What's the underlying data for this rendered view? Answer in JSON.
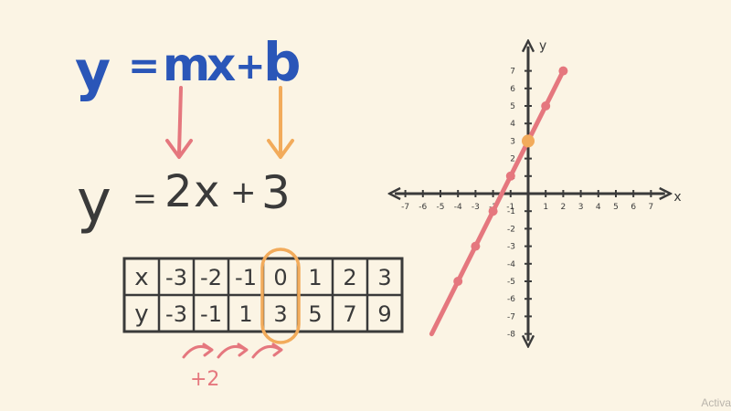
{
  "general_form": {
    "y": "y",
    "eq": "=",
    "m": "m",
    "x": "x",
    "plus": "+",
    "b": "b"
  },
  "specific_form": {
    "y": "y",
    "eq": "=",
    "coef": "2",
    "x": "x",
    "plus": "+",
    "intercept": "3"
  },
  "table": {
    "rows": [
      {
        "label": "x",
        "cells": [
          "-3",
          "-2",
          "-1",
          "0",
          "1",
          "2",
          "3"
        ]
      },
      {
        "label": "y",
        "cells": [
          "-3",
          "-1",
          "1",
          "3",
          "5",
          "7",
          "9"
        ]
      }
    ],
    "highlight_column": 3,
    "step_label": "+2"
  },
  "graph": {
    "x_label": "x",
    "y_label": "y",
    "x_ticks": [
      "-7",
      "-6",
      "-5",
      "-4",
      "-3",
      "-2",
      "-1",
      "1",
      "2",
      "3",
      "4",
      "5",
      "6",
      "7"
    ],
    "y_ticks": [
      "7",
      "6",
      "5",
      "4",
      "3",
      "2",
      "1",
      "-1",
      "-2",
      "-3",
      "-4",
      "-5",
      "-6",
      "-7",
      "-8"
    ],
    "line": {
      "slope": 2,
      "intercept": 3,
      "x_range": [
        -5.5,
        2
      ]
    },
    "points": [
      [
        -4,
        -5
      ],
      [
        -3,
        -3
      ],
      [
        -2,
        -1
      ],
      [
        -1,
        1
      ],
      [
        0,
        3
      ],
      [
        1,
        5
      ],
      [
        2,
        7
      ]
    ],
    "intercept_point": [
      0,
      3
    ]
  },
  "colors": {
    "blue": "#2a56b8",
    "pink": "#e5777e",
    "orange": "#f2ab5b",
    "ink": "#3a3a3a",
    "background": "#fbf4e4"
  },
  "watermark": "Activa"
}
